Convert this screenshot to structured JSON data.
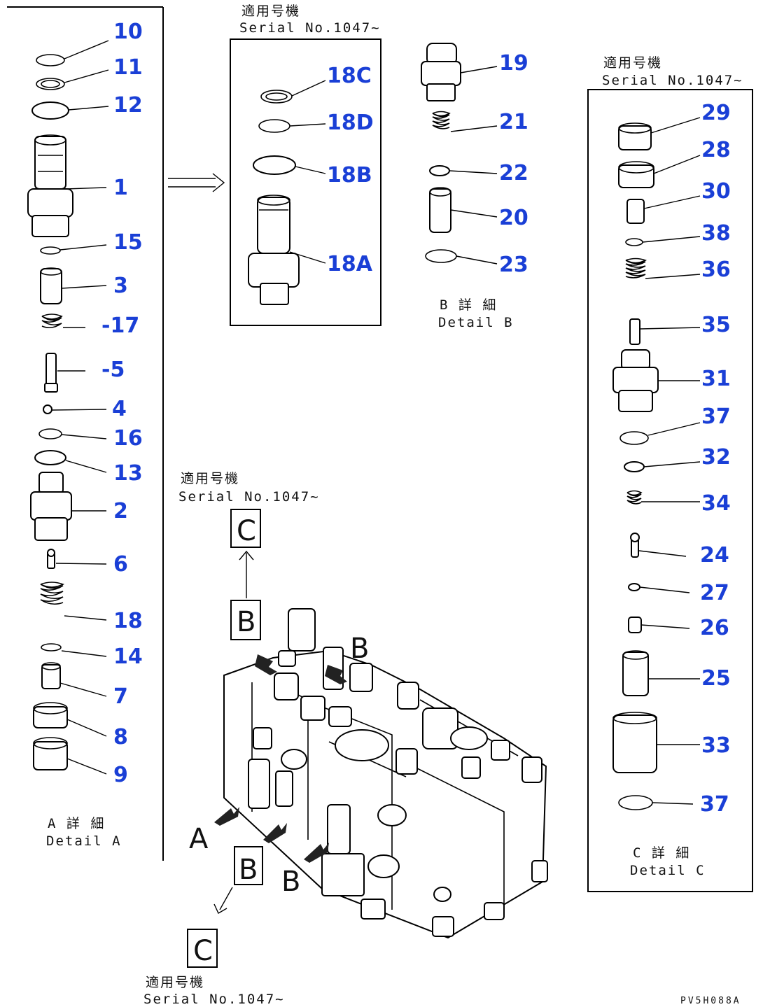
{
  "callouts": {
    "detail_a": [
      "10",
      "11",
      "12",
      "1",
      "15",
      "3",
      "-17",
      "-5",
      "4",
      "16",
      "13",
      "2",
      "6",
      "18",
      "14",
      "7",
      "8",
      "9"
    ],
    "serial_box_a": [
      "18C",
      "18D",
      "18B",
      "18A"
    ],
    "detail_b": [
      "19",
      "21",
      "22",
      "20",
      "23"
    ],
    "detail_c": [
      "29",
      "28",
      "30",
      "38",
      "36",
      "35",
      "31",
      "37",
      "32",
      "34",
      "24",
      "27",
      "26",
      "25",
      "33",
      "37"
    ]
  },
  "captions": {
    "serial_a_jp": "適用号機",
    "serial_a_en": "Serial No.1047~",
    "serial_c_jp": "適用号機",
    "serial_c_en": "Serial No.1047~",
    "serial_mid_jp": "適用号機",
    "serial_mid_en": "Serial No.1047~",
    "serial_bottom_jp": "適用号機",
    "serial_bottom_en": "Serial No.1047~",
    "detail_a_jp": "A 詳 細",
    "detail_a_en": "Detail A",
    "detail_b_jp": "B 詳 細",
    "detail_b_en": "Detail B",
    "detail_c_jp": "C 詳 細",
    "detail_c_en": "Detail C"
  },
  "view_labels": {
    "c_top": "C",
    "b_top": "B",
    "b_right": "B",
    "a_left": "A",
    "b_box_bottom": "B",
    "b_bottom": "B",
    "c_bottom": "C"
  },
  "drawing_code": "PV5H088A",
  "colors": {
    "callout": "#1a3fd6",
    "line": "#000000",
    "background": "#ffffff"
  }
}
